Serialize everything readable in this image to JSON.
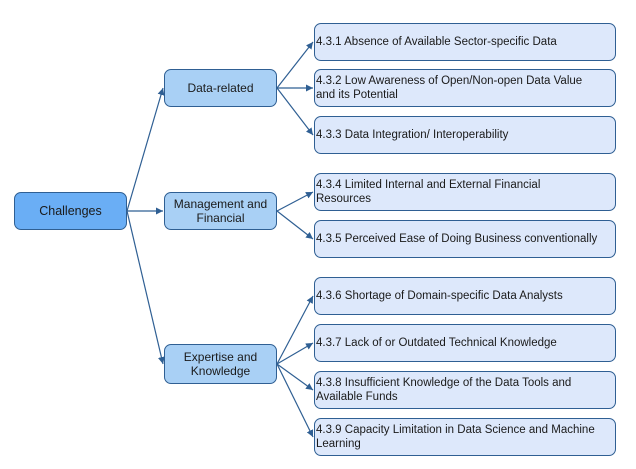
{
  "root": {
    "label": "Challenges"
  },
  "categories": [
    {
      "label": "Data-related",
      "items": [
        "4.3.1 Absence of Available Sector-specific Data",
        "4.3.2 Low Awareness of Open/Non-open Data Value\nand its Potential",
        "4.3.3 Data Integration/ Interoperability"
      ]
    },
    {
      "label": "Management and Financial",
      "items": [
        "4.3.4 Limited Internal and External Financial\nResources",
        "4.3.5 Perceived Ease of Doing Business conventionally"
      ]
    },
    {
      "label": "Expertise and Knowledge",
      "items": [
        "4.3.6 Shortage of Domain-specific Data Analysts",
        "4.3.7 Lack of or Outdated Technical Knowledge",
        "4.3.8 Insufficient Knowledge of the Data Tools and\nAvailable Funds",
        "4.3.9 Capacity Limitation in Data Science and Machine\nLearning"
      ]
    }
  ],
  "colors": {
    "root_fill": "#6aaef5",
    "category_fill": "#a9d0f5",
    "item_fill": "#dde8fb",
    "border": "#2f5f93",
    "connector": "#2f5f93"
  }
}
